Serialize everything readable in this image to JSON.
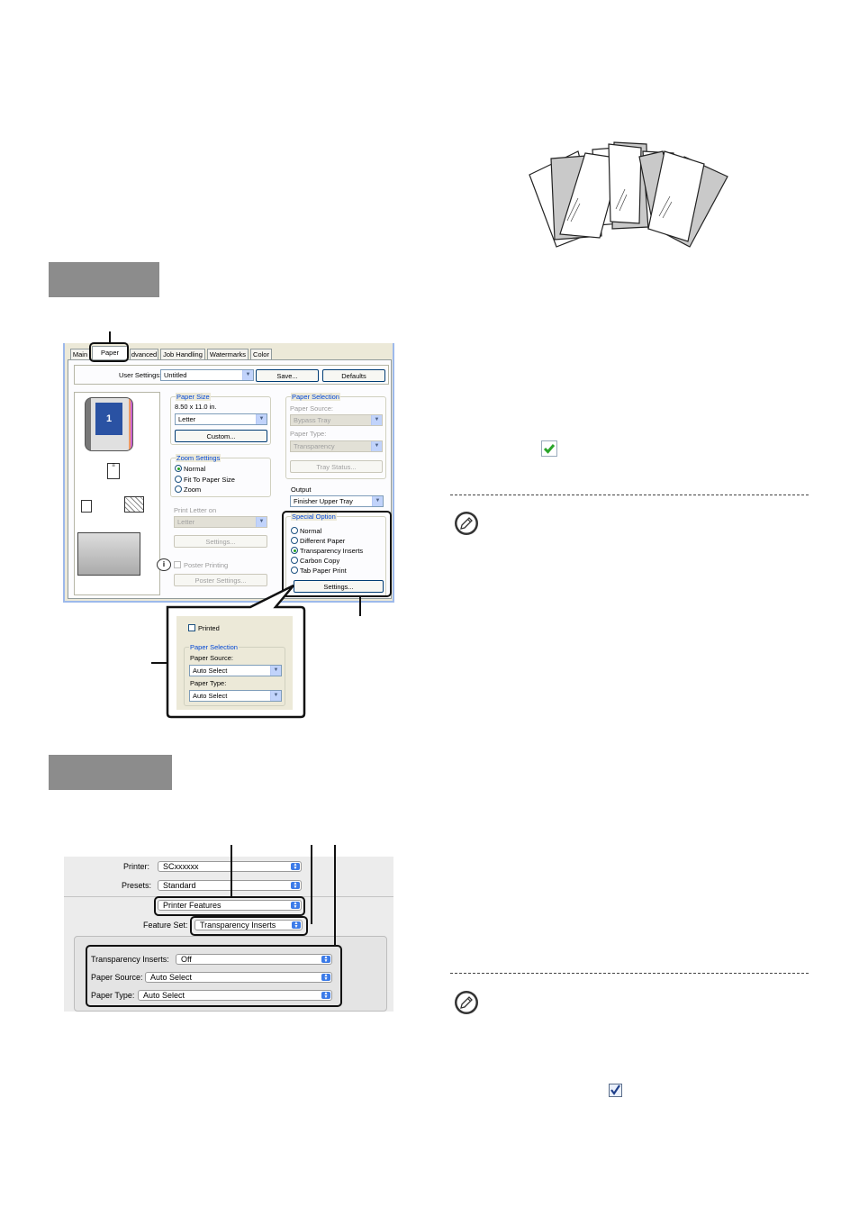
{
  "win": {
    "tabs": [
      "Main",
      "Paper",
      "Advanced",
      "Job Handling",
      "Watermarks",
      "Color"
    ],
    "tab_advanced_visible": "dvanced",
    "user_settings_label": "User Settings:",
    "user_settings_value": "Untitled",
    "save_button": "Save...",
    "defaults_button": "Defaults",
    "preview_page_number": "1",
    "paper_size": {
      "legend": "Paper Size",
      "dimensions": "8.50 x 11.0 in.",
      "value": "Letter",
      "custom_button": "Custom..."
    },
    "zoom": {
      "legend": "Zoom Settings",
      "options": [
        "Normal",
        "Fit To Paper Size",
        "Zoom"
      ],
      "selected": "Normal"
    },
    "print_letter_on": {
      "label": "Print Letter on",
      "value": "Letter",
      "settings_button": "Settings..."
    },
    "poster": {
      "label": "Poster Printing",
      "settings_button": "Poster Settings..."
    },
    "paper_selection": {
      "legend": "Paper Selection",
      "source_label": "Paper Source:",
      "source_value": "Bypass Tray",
      "type_label": "Paper Type:",
      "type_value": "Transparency",
      "tray_status_button": "Tray Status..."
    },
    "output": {
      "label": "Output",
      "value": "Finisher Upper Tray"
    },
    "special_option": {
      "legend": "Special Option",
      "options": [
        "Normal",
        "Different Paper",
        "Transparency Inserts",
        "Carbon Copy",
        "Tab Paper Print"
      ],
      "selected": "Transparency Inserts",
      "settings_button": "Settings..."
    }
  },
  "zoom_panel": {
    "printed_label": "Printed",
    "legend": "Paper Selection",
    "source_label": "Paper Source:",
    "source_value": "Auto Select",
    "type_label": "Paper Type:",
    "type_value": "Auto Select"
  },
  "mac": {
    "printer_label": "Printer:",
    "printer_value": "SCxxxxxx",
    "presets_label": "Presets:",
    "presets_value": "Standard",
    "panel_value": "Printer Features",
    "feature_set_label": "Feature Set:",
    "feature_set_value": "Transparency Inserts",
    "transparency_inserts_label": "Transparency Inserts:",
    "transparency_inserts_value": "Off",
    "paper_source_label": "Paper Source:",
    "paper_source_value": "Auto Select",
    "paper_type_label": "Paper Type:",
    "paper_type_value": "Auto Select"
  },
  "colors": {
    "step_bar": "#8c8c8c",
    "check_green": "#2aa52a",
    "check_blue": "#2a64c5"
  },
  "icons": [
    "transparency-sheets-illustration",
    "green-checkmark-icon",
    "pencil-note-icon",
    "blue-checkbox-icon"
  ]
}
